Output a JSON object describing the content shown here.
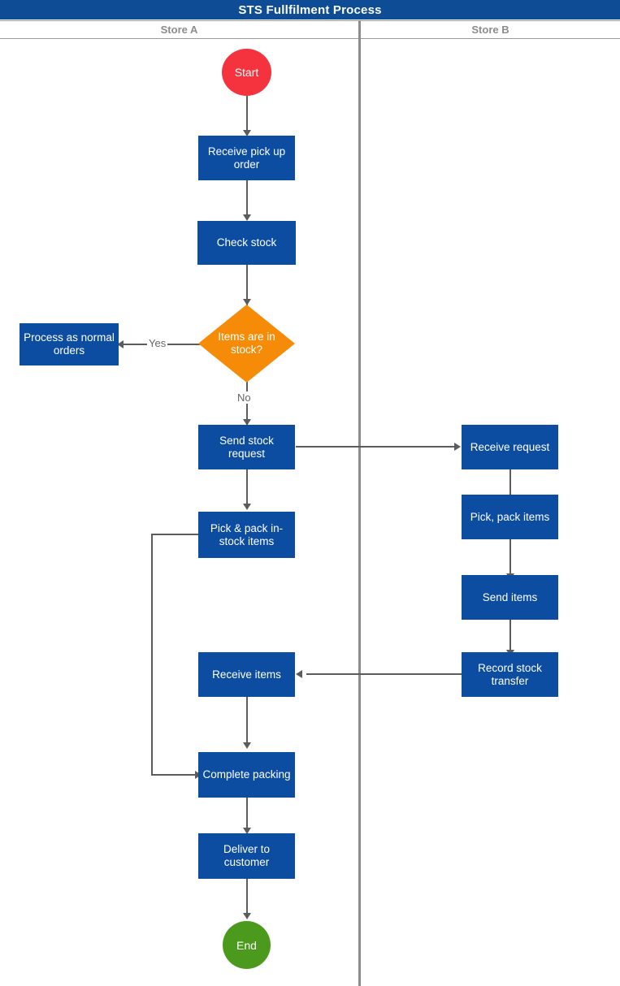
{
  "diagram": {
    "title": "STS Fullfilment Process",
    "type": "flowchart-swimlane",
    "colors": {
      "title_bar": "#0f4c96",
      "process_box": "#0c4da2",
      "decision": "#f68b08",
      "start": "#f5333f",
      "end": "#4b9a1e",
      "connector": "#5c5c5c",
      "lane_line": "#8d8d8d",
      "lane_label": "#8c8c8c"
    }
  },
  "lanes": [
    {
      "id": "store-a",
      "label": "Store A"
    },
    {
      "id": "store-b",
      "label": "Store B"
    }
  ],
  "nodes": [
    {
      "id": "start",
      "lane": "store-a",
      "shape": "terminator",
      "label": "Start"
    },
    {
      "id": "receive-pickup",
      "lane": "store-a",
      "shape": "process",
      "label": "Receive pick up order"
    },
    {
      "id": "check-stock",
      "lane": "store-a",
      "shape": "process",
      "label": "Check stock"
    },
    {
      "id": "items-in-stock",
      "lane": "store-a",
      "shape": "decision",
      "label": "Items are in stock?"
    },
    {
      "id": "process-normal",
      "lane": "store-a",
      "shape": "process",
      "label": "Process as normal orders"
    },
    {
      "id": "send-stock-request",
      "lane": "store-a",
      "shape": "process",
      "label": "Send stock request"
    },
    {
      "id": "pick-pack-instock",
      "lane": "store-a",
      "shape": "process",
      "label": "Pick & pack in-stock items"
    },
    {
      "id": "receive-items",
      "lane": "store-a",
      "shape": "process",
      "label": "Receive items"
    },
    {
      "id": "complete-packing",
      "lane": "store-a",
      "shape": "process",
      "label": "Complete packing"
    },
    {
      "id": "deliver-customer",
      "lane": "store-a",
      "shape": "process",
      "label": "Deliver to customer"
    },
    {
      "id": "end",
      "lane": "store-a",
      "shape": "terminator",
      "label": "End"
    },
    {
      "id": "receive-request",
      "lane": "store-b",
      "shape": "process",
      "label": "Receive request"
    },
    {
      "id": "pick-pack-items",
      "lane": "store-b",
      "shape": "process",
      "label": "Pick, pack items"
    },
    {
      "id": "send-items",
      "lane": "store-b",
      "shape": "process",
      "label": "Send items"
    },
    {
      "id": "record-transfer",
      "lane": "store-b",
      "shape": "process",
      "label": "Record stock transfer"
    }
  ],
  "edges": [
    {
      "from": "start",
      "to": "receive-pickup",
      "label": ""
    },
    {
      "from": "receive-pickup",
      "to": "check-stock",
      "label": ""
    },
    {
      "from": "check-stock",
      "to": "items-in-stock",
      "label": ""
    },
    {
      "from": "items-in-stock",
      "to": "process-normal",
      "label": "Yes"
    },
    {
      "from": "items-in-stock",
      "to": "send-stock-request",
      "label": "No"
    },
    {
      "from": "send-stock-request",
      "to": "receive-request",
      "label": ""
    },
    {
      "from": "send-stock-request",
      "to": "pick-pack-instock",
      "label": ""
    },
    {
      "from": "pick-pack-instock",
      "to": "complete-packing",
      "label": ""
    },
    {
      "from": "receive-request",
      "to": "pick-pack-items",
      "label": ""
    },
    {
      "from": "pick-pack-items",
      "to": "send-items",
      "label": ""
    },
    {
      "from": "send-items",
      "to": "record-transfer",
      "label": ""
    },
    {
      "from": "record-transfer",
      "to": "receive-items",
      "label": ""
    },
    {
      "from": "receive-items",
      "to": "complete-packing",
      "label": ""
    },
    {
      "from": "complete-packing",
      "to": "deliver-customer",
      "label": ""
    },
    {
      "from": "deliver-customer",
      "to": "end",
      "label": ""
    }
  ],
  "edge_labels": {
    "yes": "Yes",
    "no": "No"
  }
}
